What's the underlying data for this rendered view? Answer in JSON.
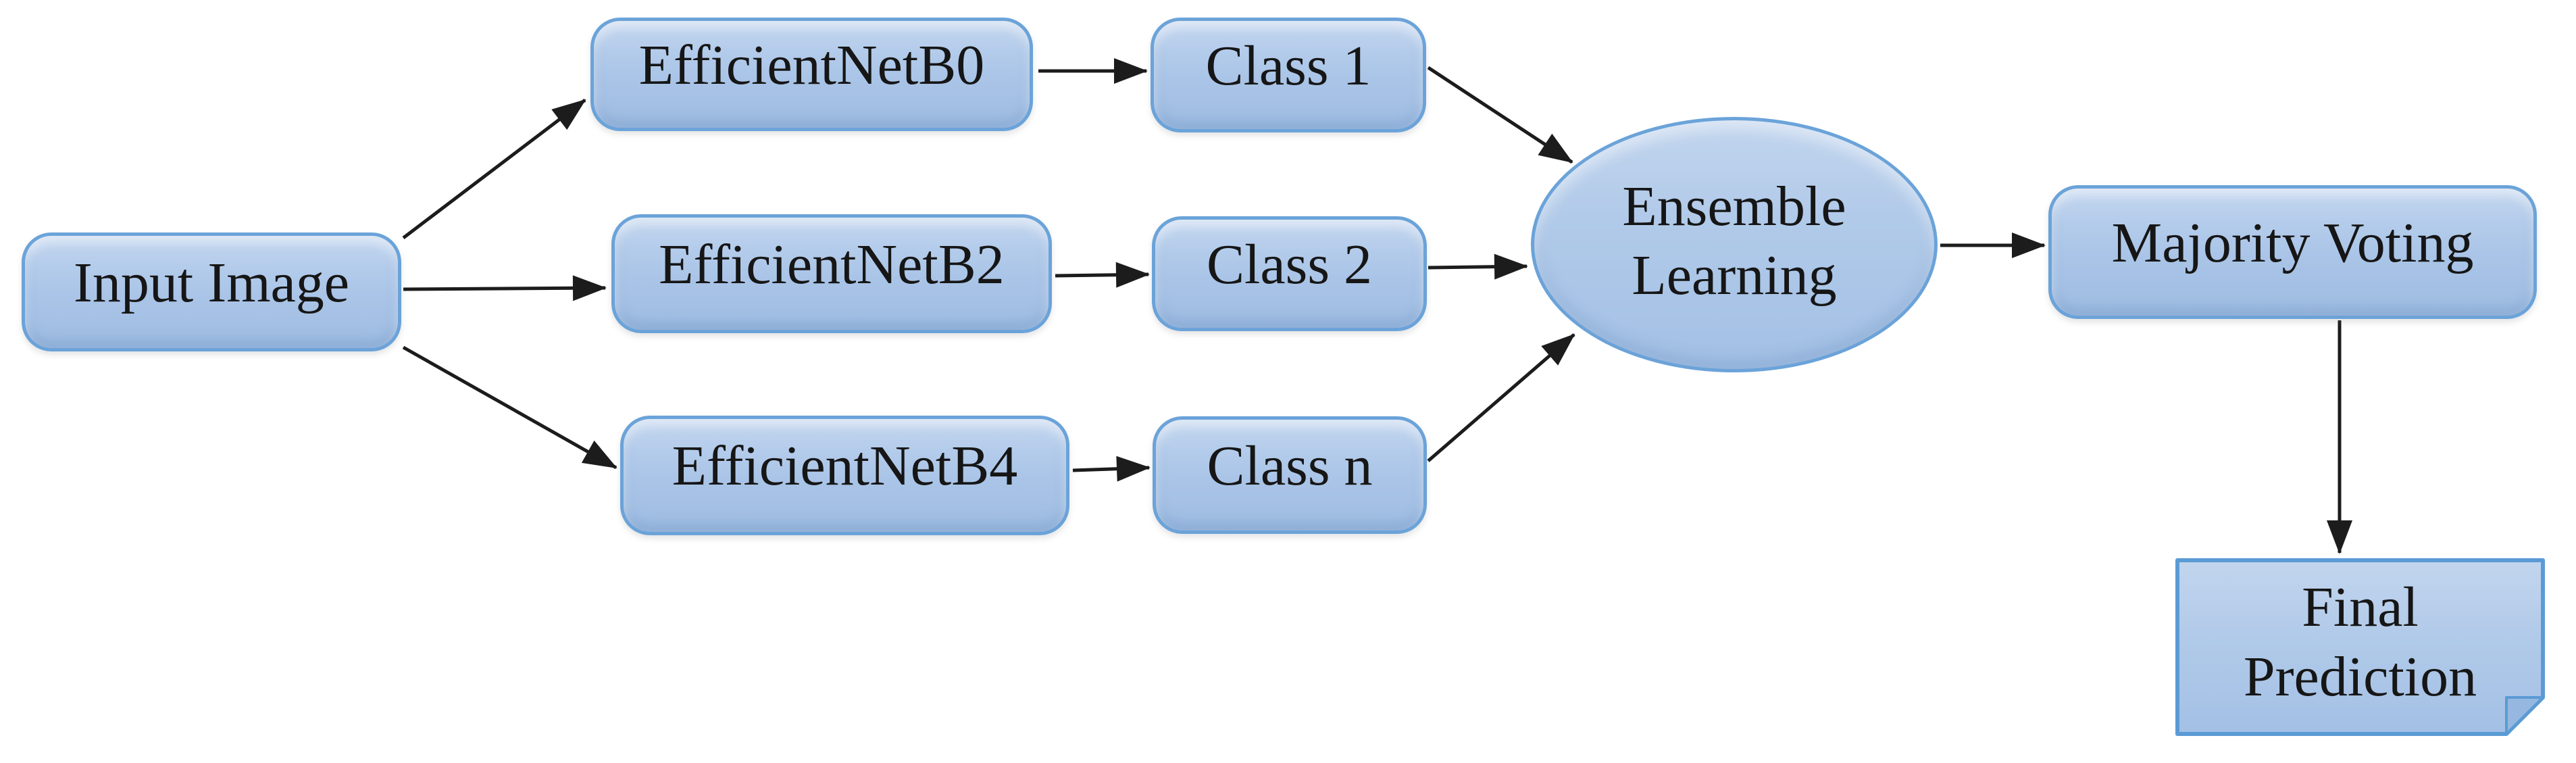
{
  "diagram": {
    "type": "flowchart",
    "description": "Ensemble of EfficientNet models with majority voting",
    "background": "#ffffff",
    "colors": {
      "node_fill_top": "#c2d5ee",
      "node_fill_bottom": "#9fbce2",
      "node_border": "#6ba3d9",
      "arrow": "#1c1c1c",
      "text": "#161616"
    },
    "nodes": {
      "input_image": {
        "label": "Input Image",
        "shape": "rounded-rectangle"
      },
      "efficientnet_b0": {
        "label": "EfficientNetB0",
        "shape": "rounded-rectangle"
      },
      "efficientnet_b2": {
        "label": "EfficientNetB2",
        "shape": "rounded-rectangle"
      },
      "efficientnet_b4": {
        "label": "EfficientNetB4",
        "shape": "rounded-rectangle"
      },
      "class_1": {
        "label": "Class 1",
        "shape": "rounded-rectangle"
      },
      "class_2": {
        "label": "Class 2",
        "shape": "rounded-rectangle"
      },
      "class_n": {
        "label": "Class n",
        "shape": "rounded-rectangle"
      },
      "ensemble_learning": {
        "label": "Ensemble Learning",
        "shape": "ellipse"
      },
      "majority_voting": {
        "label": "Majority Voting",
        "shape": "rounded-rectangle"
      },
      "final_prediction": {
        "label": "Final Prediction",
        "shape": "folded-corner-rectangle"
      }
    },
    "edges": [
      {
        "from": "input_image",
        "to": "efficientnet_b0"
      },
      {
        "from": "input_image",
        "to": "efficientnet_b2"
      },
      {
        "from": "input_image",
        "to": "efficientnet_b4"
      },
      {
        "from": "efficientnet_b0",
        "to": "class_1"
      },
      {
        "from": "efficientnet_b2",
        "to": "class_2"
      },
      {
        "from": "efficientnet_b4",
        "to": "class_n"
      },
      {
        "from": "class_1",
        "to": "ensemble_learning"
      },
      {
        "from": "class_2",
        "to": "ensemble_learning"
      },
      {
        "from": "class_n",
        "to": "ensemble_learning"
      },
      {
        "from": "ensemble_learning",
        "to": "majority_voting"
      },
      {
        "from": "majority_voting",
        "to": "final_prediction"
      }
    ]
  }
}
